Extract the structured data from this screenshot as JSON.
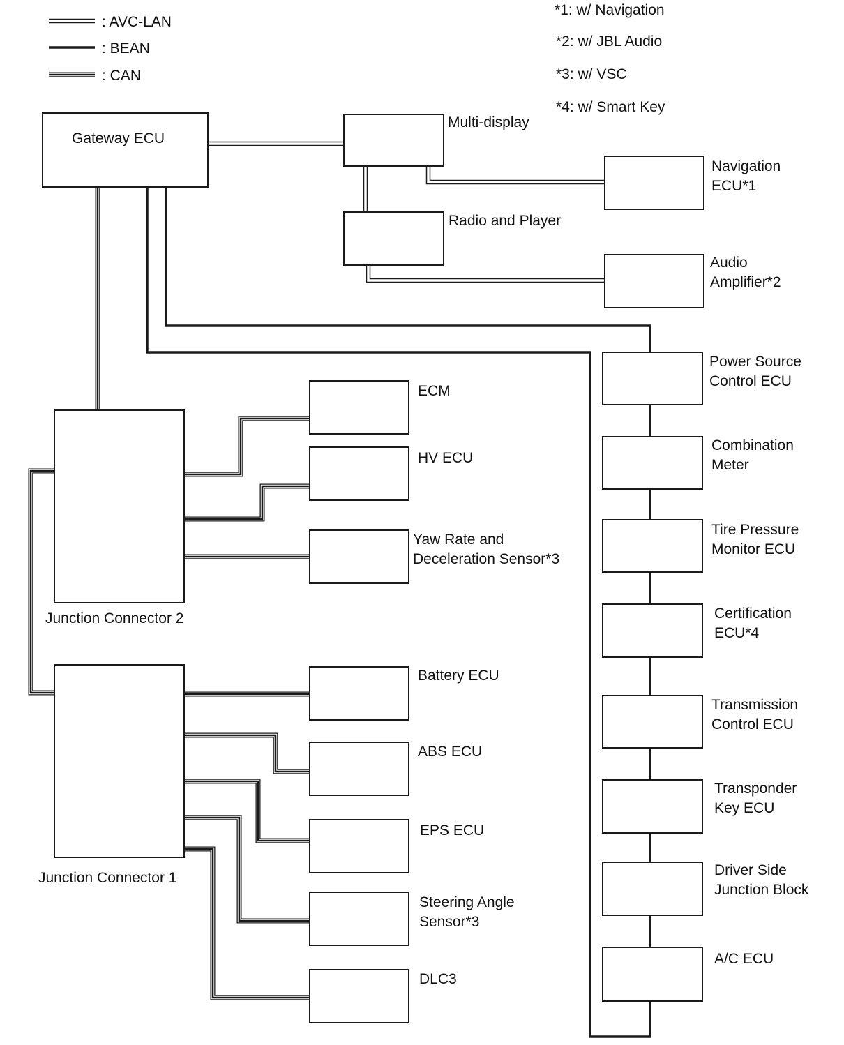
{
  "colors": {
    "line": "#1a1a1a",
    "background": "#ffffff"
  },
  "legend": [
    {
      "type": "avc",
      "label": ": AVC-LAN"
    },
    {
      "type": "bean",
      "label": ": BEAN"
    },
    {
      "type": "can",
      "label": ": CAN"
    }
  ],
  "notes": [
    "*1: w/ Navigation",
    "*2: w/ JBL Audio",
    "*3: w/ VSC",
    "*4: w/ Smart Key"
  ],
  "nodes": {
    "gateway": {
      "line1": "Gateway ECU"
    },
    "multi_display": {
      "line1": "Multi-display"
    },
    "navigation": {
      "line1": "Navigation",
      "line2": "ECU*1"
    },
    "radio": {
      "line1": "Radio and Player"
    },
    "amplifier": {
      "line1": "Audio",
      "line2": "Amplifier*2"
    },
    "jc2": {
      "line1": "Junction Connector 2"
    },
    "jc1": {
      "line1": "Junction Connector 1"
    },
    "ecm": {
      "line1": "ECM"
    },
    "hv": {
      "line1": "HV ECU"
    },
    "yaw": {
      "line1": "Yaw Rate and",
      "line2": "Deceleration Sensor*3"
    },
    "battery": {
      "line1": "Battery ECU"
    },
    "abs": {
      "line1": "ABS ECU"
    },
    "eps": {
      "line1": "EPS ECU"
    },
    "steering": {
      "line1": "Steering Angle",
      "line2": "Sensor*3"
    },
    "dlc3": {
      "line1": "DLC3"
    },
    "power_source": {
      "line1": "Power Source",
      "line2": "Control ECU"
    },
    "combination_meter": {
      "line1": "Combination",
      "line2": "Meter"
    },
    "tire_pressure": {
      "line1": "Tire Pressure",
      "line2": "Monitor ECU"
    },
    "certification": {
      "line1": "Certification",
      "line2": "ECU*4"
    },
    "transmission": {
      "line1": "Transmission",
      "line2": "Control ECU"
    },
    "transponder": {
      "line1": "Transponder",
      "line2": "Key ECU"
    },
    "junction_block": {
      "line1": "Driver Side",
      "line2": "Junction Block"
    },
    "ac": {
      "line1": "A/C ECU"
    }
  }
}
